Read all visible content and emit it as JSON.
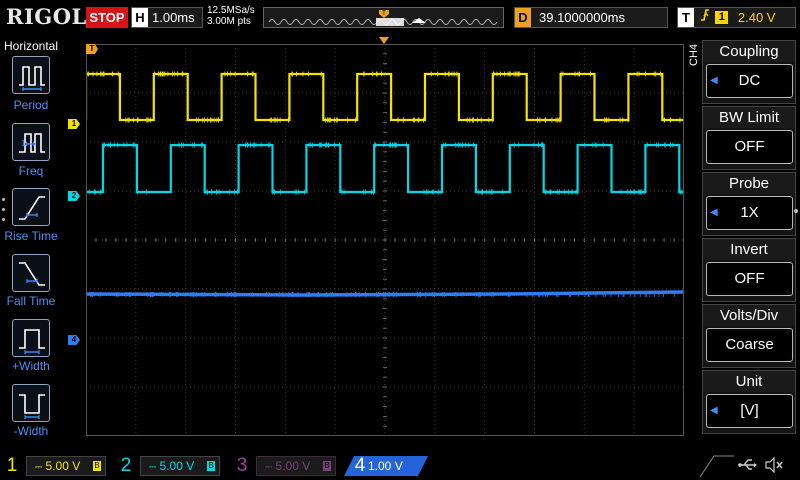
{
  "topbar": {
    "logo": "RIGOL",
    "status": "STOP",
    "timebase_key": "H",
    "timebase_value": "1.00ms",
    "sample_rate": "12.5MSa/s",
    "memory_depth": "3.00M pts",
    "trigger_pos_marker": "T",
    "delay_key": "D",
    "delay_value": "39.1000000ms",
    "trigger_key": "T",
    "trigger_edge": "rising-edge-icon",
    "trigger_source": "1",
    "trigger_level": "2.40 V"
  },
  "left_menu": {
    "title": "Horizontal",
    "items": [
      {
        "label": "Period",
        "icon": "period-icon"
      },
      {
        "label": "Freq",
        "icon": "freq-icon"
      },
      {
        "label": "Rise Time",
        "icon": "rise-time-icon"
      },
      {
        "label": "Fall Time",
        "icon": "fall-time-icon"
      },
      {
        "label": "+Width",
        "icon": "positive-width-icon"
      },
      {
        "label": "-Width",
        "icon": "negative-width-icon"
      }
    ]
  },
  "right_menu": {
    "channel_tag": "CH4",
    "items": [
      {
        "title": "Coupling",
        "value": "DC",
        "has_arrow": true
      },
      {
        "title": "BW Limit",
        "value": "OFF",
        "has_arrow": false
      },
      {
        "title": "Probe",
        "value": "1X",
        "has_arrow": true
      },
      {
        "title": "Invert",
        "value": "OFF",
        "has_arrow": false
      },
      {
        "title": "Volts/Div",
        "value": "Coarse",
        "has_arrow": false
      },
      {
        "title": "Unit",
        "value": "[V]",
        "has_arrow": true
      }
    ]
  },
  "screen": {
    "trigger_level_marker": "T",
    "ch1_marker": "1",
    "ch2_marker": "2",
    "ch4_marker": "4"
  },
  "channels": [
    {
      "num": "1",
      "scale": "5.00 V",
      "color": "#f5e400",
      "coupling_icon": "dc-coupling-icon",
      "bw_icon": "B"
    },
    {
      "num": "2",
      "scale": "5.00 V",
      "color": "#00d8e8",
      "coupling_icon": "dc-coupling-icon",
      "bw_icon": "B"
    },
    {
      "num": "3",
      "scale": "5.00 V",
      "color": "#a03fa8",
      "coupling_icon": "dc-coupling-icon",
      "bw_icon": "B"
    },
    {
      "num": "4",
      "scale": "1.00 V",
      "color": "#2464d8",
      "coupling_icon": "dc-coupling-icon",
      "bw_icon": ""
    }
  ],
  "status_icons": {
    "usb": "usb-icon",
    "speaker": "speaker-muted-icon"
  },
  "colors": {
    "ch1": "#f5e400",
    "ch2": "#00d8e8",
    "ch3": "#a03fa8",
    "ch4": "#2f7df0",
    "trigger": "#f0a020",
    "grid": "#3a3a3a"
  }
}
